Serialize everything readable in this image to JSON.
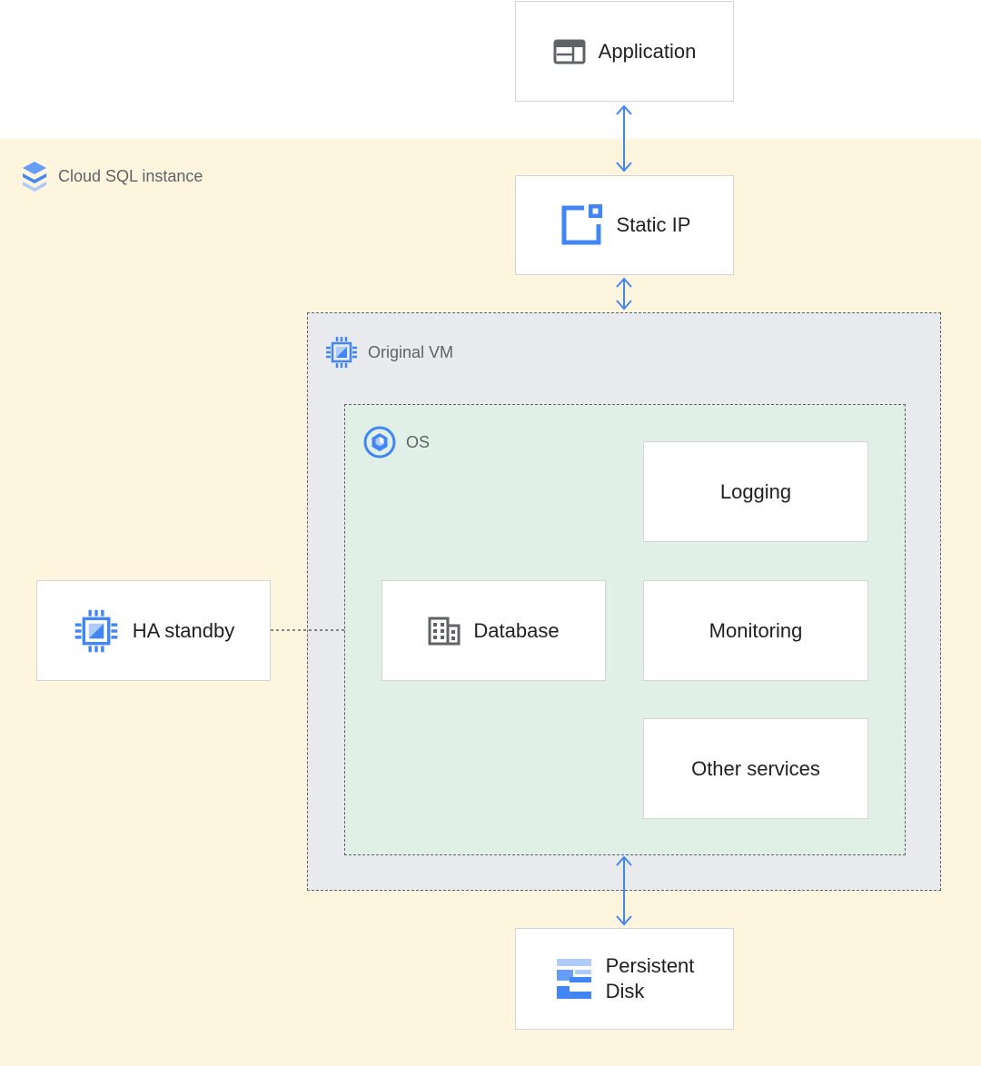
{
  "regions": {
    "cloud_sql": {
      "label": "Cloud SQL instance",
      "icon": "cloud-sql-icon",
      "color": "#fdf5dd"
    },
    "original_vm": {
      "label": "Original VM",
      "icon": "compute-engine-icon",
      "color": "#e8eaed"
    },
    "os": {
      "label": "OS",
      "icon": "os-icon",
      "color": "#e1f0e6"
    }
  },
  "nodes": {
    "application": {
      "label": "Application",
      "icon": "application-icon"
    },
    "static_ip": {
      "label": "Static IP",
      "icon": "static-ip-icon"
    },
    "ha_standby": {
      "label": "HA standby",
      "icon": "compute-engine-icon"
    },
    "database": {
      "label": "Database",
      "icon": "database-icon"
    },
    "logging": {
      "label": "Logging"
    },
    "monitoring": {
      "label": "Monitoring"
    },
    "other_services": {
      "label": "Other services"
    },
    "persistent_disk": {
      "label_line1": "Persistent",
      "label_line2": "Disk",
      "icon": "persistent-disk-icon"
    }
  },
  "colors": {
    "arrow": "#4285f4",
    "dashed_link": "#5f6368",
    "icon_blue": "#4285f4",
    "icon_light_blue": "#aecbfa",
    "icon_gray": "#5f6368"
  }
}
